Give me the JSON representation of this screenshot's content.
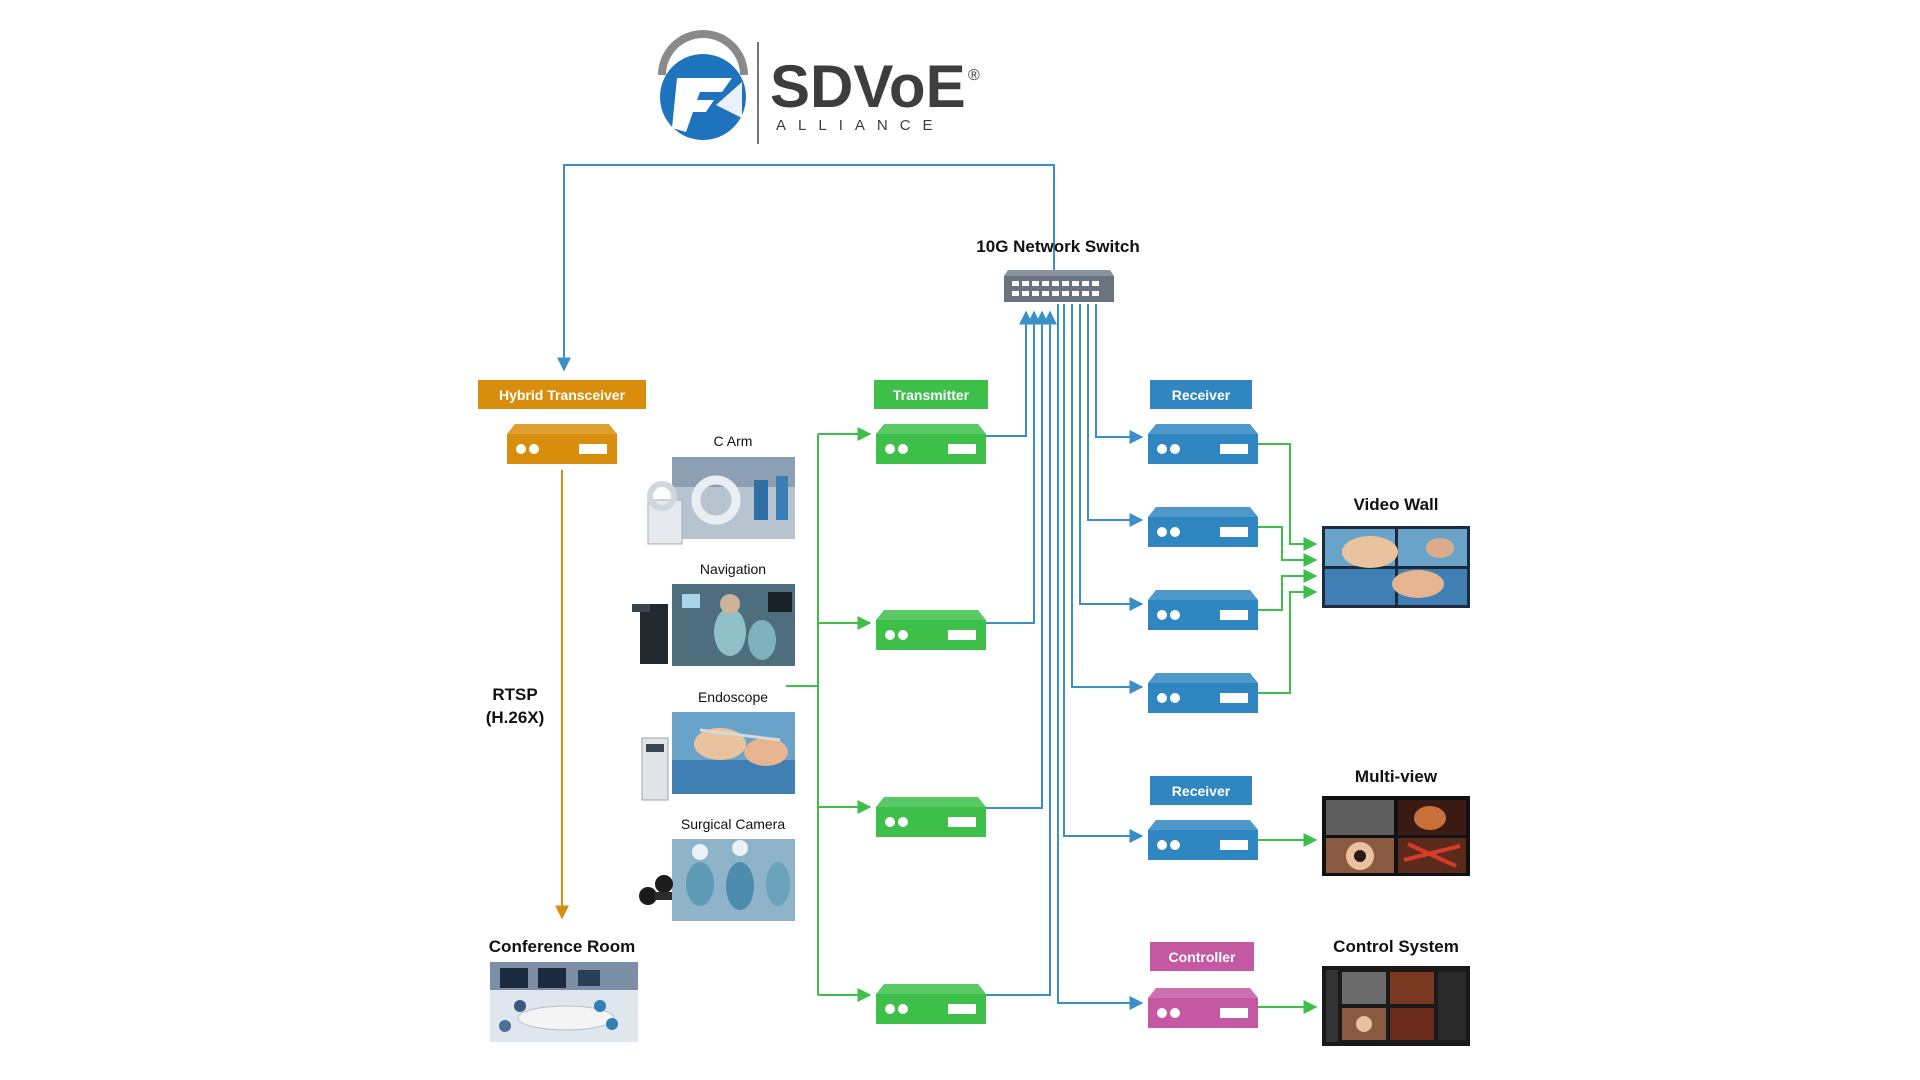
{
  "logo": {
    "wordmark": "SDVoE",
    "registered": "®",
    "subtitle": "ALLIANCE"
  },
  "switch": {
    "label": "10G Network Switch"
  },
  "devices": {
    "hybrid_label": "Hybrid Transceiver",
    "transmitter_label": "Transmitter",
    "receiver_label": "Receiver",
    "receiver_label_2": "Receiver",
    "controller_label": "Controller"
  },
  "sources": [
    {
      "label": "C Arm"
    },
    {
      "label": "Navigation"
    },
    {
      "label": "Endoscope"
    },
    {
      "label": "Surgical Camera"
    }
  ],
  "outputs": {
    "video_wall": "Video Wall",
    "multi_view": "Multi-view",
    "control_system": "Control System",
    "conference_room": "Conference Room"
  },
  "stream": {
    "line1": "RTSP",
    "line2": "(H.26X)"
  },
  "colors": {
    "blue": "#3a8fc7",
    "green": "#3dbf4a",
    "orange": "#d88e0c",
    "pink": "#c458a3",
    "receiver": "#2f86c1",
    "switch": "#6a7480",
    "logo_blue": "#1e73be",
    "logo_gray": "#8a8a8a"
  }
}
